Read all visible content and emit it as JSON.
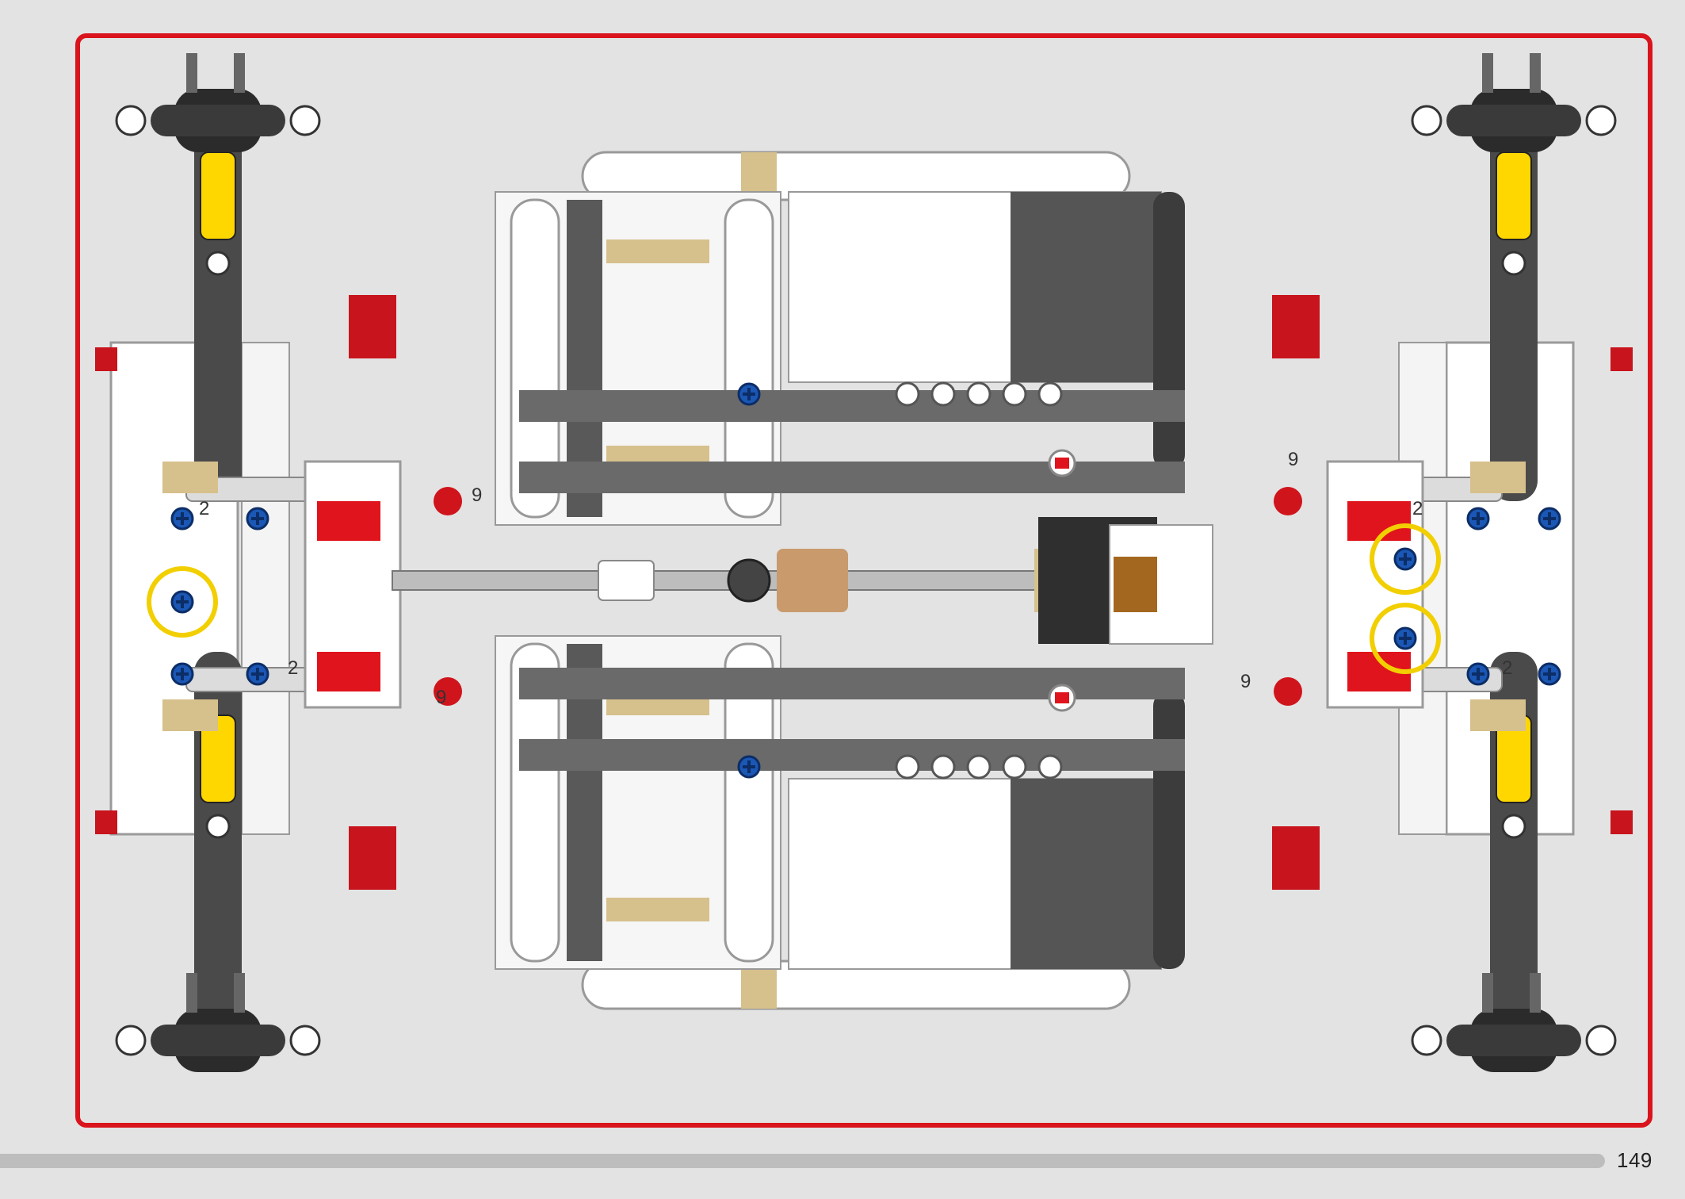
{
  "page": {
    "number": "149"
  },
  "frame": {
    "border_color": "#d9141c",
    "background": "#e3e3e3"
  },
  "illustration": {
    "subject": "LEGO Technic chassis assembly, top view",
    "callout_color": "#f2cf00",
    "highlighted_part": "blue-friction-pin",
    "callout_count": 3,
    "beam_labels": [
      "2",
      "2",
      "2",
      "2",
      "9",
      "9",
      "9",
      "9"
    ]
  },
  "progress": {
    "track_color": "#bdbdbd"
  }
}
